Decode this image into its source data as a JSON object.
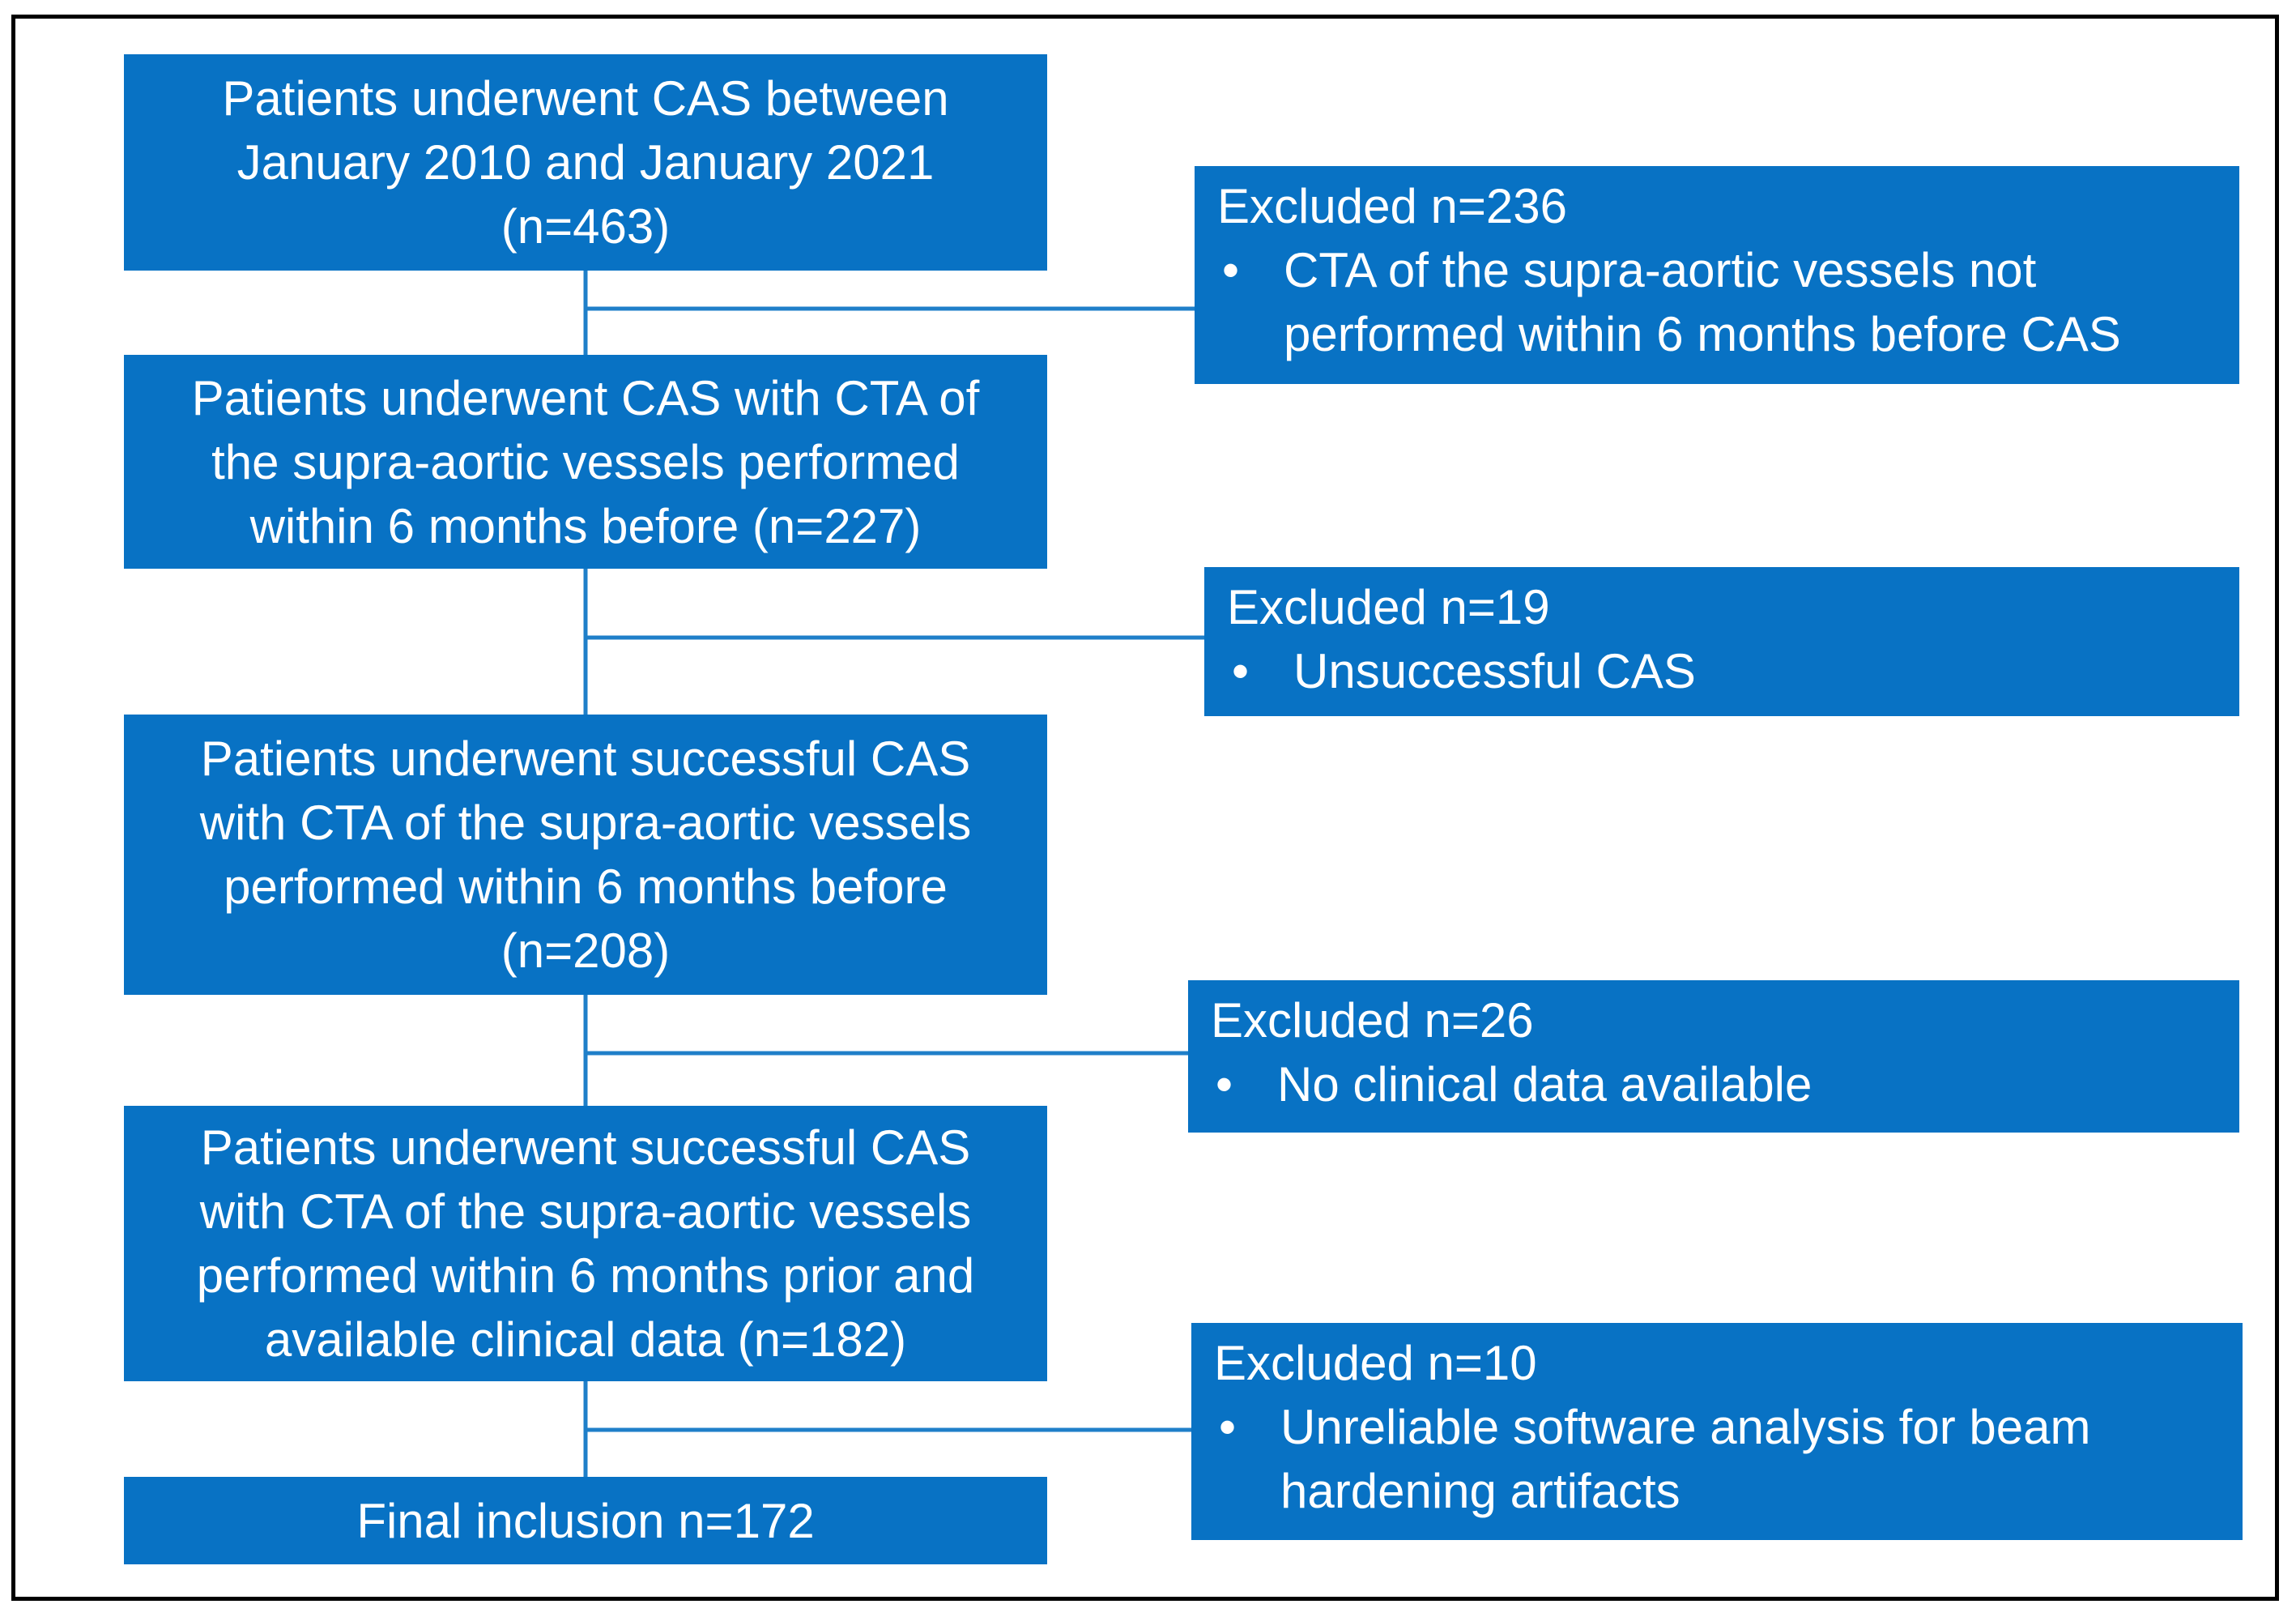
{
  "stages": [
    {
      "lines": [
        "Patients underwent CAS between",
        "January 2010 and January 2021",
        "(n=463)"
      ]
    },
    {
      "lines": [
        "Patients underwent CAS with CTA of",
        "the supra-aortic vessels performed",
        "within 6 months before (n=227)"
      ]
    },
    {
      "lines": [
        "Patients underwent successful CAS",
        "with CTA of the supra-aortic vessels",
        "performed within 6 months before",
        "(n=208)"
      ]
    },
    {
      "lines": [
        "Patients underwent successful CAS",
        "with CTA of the supra-aortic vessels",
        "performed within 6 months prior and",
        "available clinical data (n=182)"
      ]
    },
    {
      "lines": [
        "Final inclusion n=172"
      ]
    }
  ],
  "exclusions": [
    {
      "title": "Excluded n=236",
      "bullet": "•",
      "lines": [
        "CTA of the supra-aortic vessels not",
        "performed within 6 months before CAS"
      ]
    },
    {
      "title": "Excluded n=19",
      "bullet": "•",
      "lines": [
        "Unsuccessful CAS"
      ]
    },
    {
      "title": "Excluded n=26",
      "bullet": "•",
      "lines": [
        "No clinical data available"
      ]
    },
    {
      "title": "Excluded n=10",
      "bullet": "•",
      "lines": [
        "Unreliable software analysis for beam",
        "hardening artifacts"
      ]
    }
  ],
  "colors": {
    "box": "#0872c4",
    "connector": "#1f7fc9",
    "text": "#ffffff",
    "frame": "#000000"
  }
}
